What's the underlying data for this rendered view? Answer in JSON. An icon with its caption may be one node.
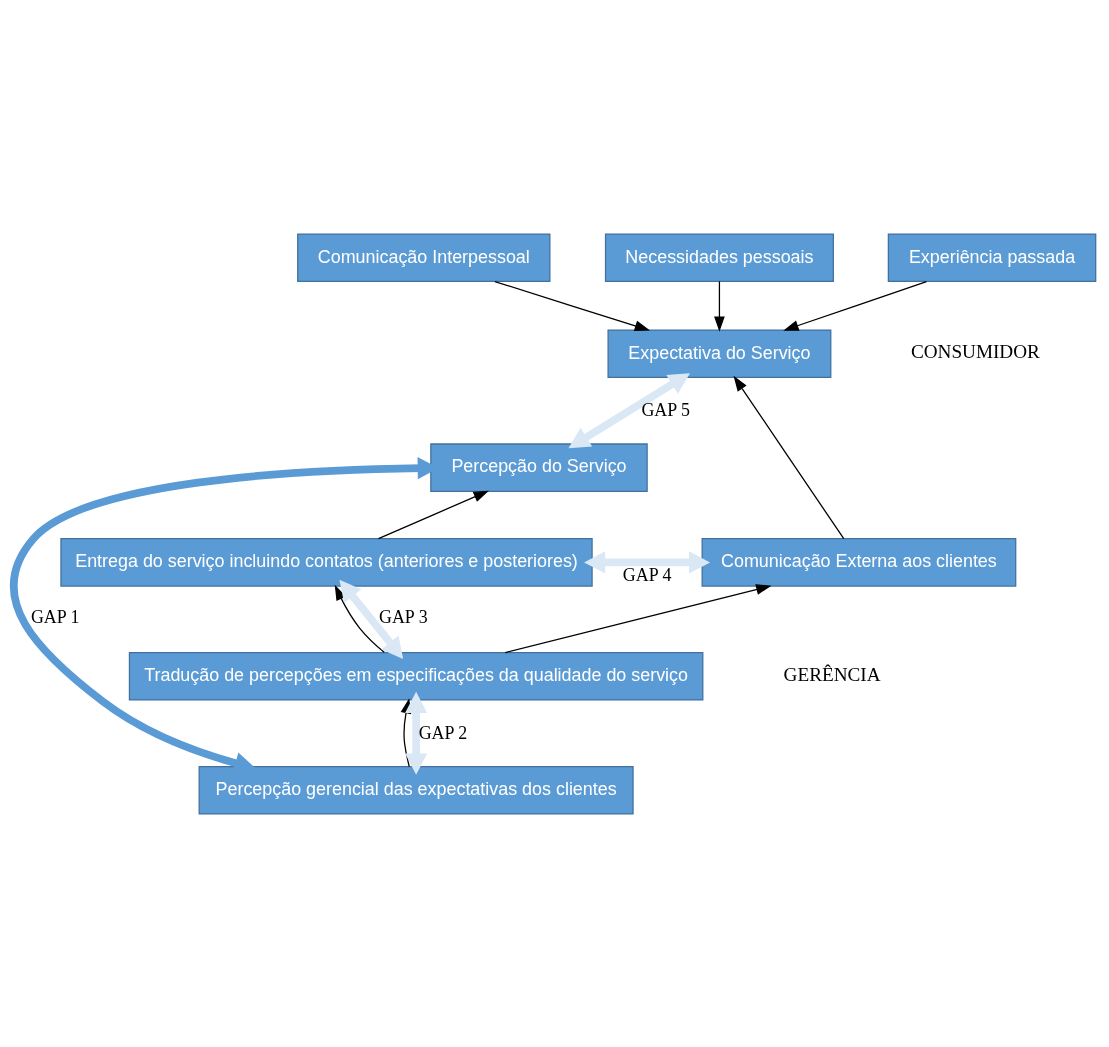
{
  "diagram": {
    "nodes": [
      {
        "text": [
          "Comunicação Interpessoal"
        ]
      },
      {
        "text": [
          "Necessidades pessoais"
        ]
      },
      {
        "text": [
          "Experiência passada"
        ]
      },
      {
        "text": [
          "Expectativa do Serviço"
        ]
      },
      {
        "text": [
          "Percepção do Serviço"
        ]
      },
      {
        "text": [
          "Entrega do serviço incluindo contatos (anteriores e posteriores)"
        ]
      },
      {
        "text": [
          "Comunicação Externa aos clientes"
        ]
      },
      {
        "text": [
          "Tradução de percepções em especificações da qualidade do serviço"
        ]
      },
      {
        "text": [
          "Percepção gerencial das expectativas dos clientes"
        ]
      }
    ],
    "edges": [
      {
        "from": 0,
        "to": 3,
        "arrow": "to"
      },
      {
        "from": 1,
        "to": 3,
        "arrow": "to"
      },
      {
        "from": 2,
        "to": 3,
        "arrow": "to"
      },
      {
        "from": 4,
        "to": 3,
        "arrow": "both",
        "label": "GAP 5",
        "style": "thick",
        "color": "#dae8f5"
      },
      {
        "from": 6,
        "to": 3,
        "arrow": "to"
      },
      {
        "from": 5,
        "to": 4,
        "arrow": "to"
      },
      {
        "from": 5,
        "to": 6,
        "arrow": "both",
        "label": "GAP 4",
        "style": "thick",
        "color": "#dae8f5"
      },
      {
        "from": 7,
        "to": 5,
        "arrow": "to"
      },
      {
        "from": 7,
        "to": 5,
        "arrow": "both",
        "label": "GAP 3",
        "style": "thick",
        "color": "#dae8f5"
      },
      {
        "from": 7,
        "to": 6,
        "arrow": "to"
      },
      {
        "from": 8,
        "to": 7,
        "arrow": "to"
      },
      {
        "from": 8,
        "to": 7,
        "arrow": "both",
        "label": "GAP 2",
        "style": "thick",
        "color": "#dae8f5"
      },
      {
        "from": 8,
        "to": 4,
        "arrow": "both",
        "label": "GAP 1",
        "style": "thick",
        "color": "#5b9bd5"
      }
    ],
    "labels": [
      "CONSUMIDOR",
      "GERÊNCIA"
    ]
  }
}
